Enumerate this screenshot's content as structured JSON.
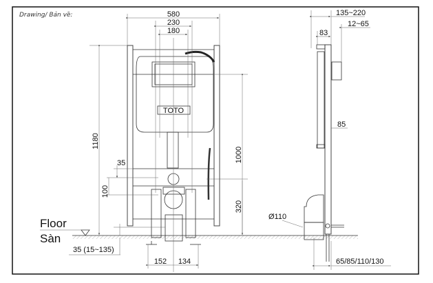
{
  "header": {
    "label": "Drawing/ Bản vẽ:"
  },
  "front_view": {
    "brand": "TOTO",
    "dims": {
      "width_total": "580",
      "width_mid": "230",
      "width_inner": "180",
      "height_total": "1180",
      "height_mid": "1000",
      "height_low": "320",
      "offset_35": "35",
      "offset_100": "100",
      "floor_offset": "35 (15~135)",
      "leg_left": "152",
      "leg_right": "134"
    },
    "floor_label_en": "Floor",
    "floor_label_vi": "Sàn"
  },
  "side_view": {
    "dims": {
      "depth_range": "135~220",
      "panel_range": "12~65",
      "depth_83": "83",
      "depth_85": "85",
      "pipe_diameter": "Ø110",
      "foot_depths": "65/85/110/130"
    }
  }
}
